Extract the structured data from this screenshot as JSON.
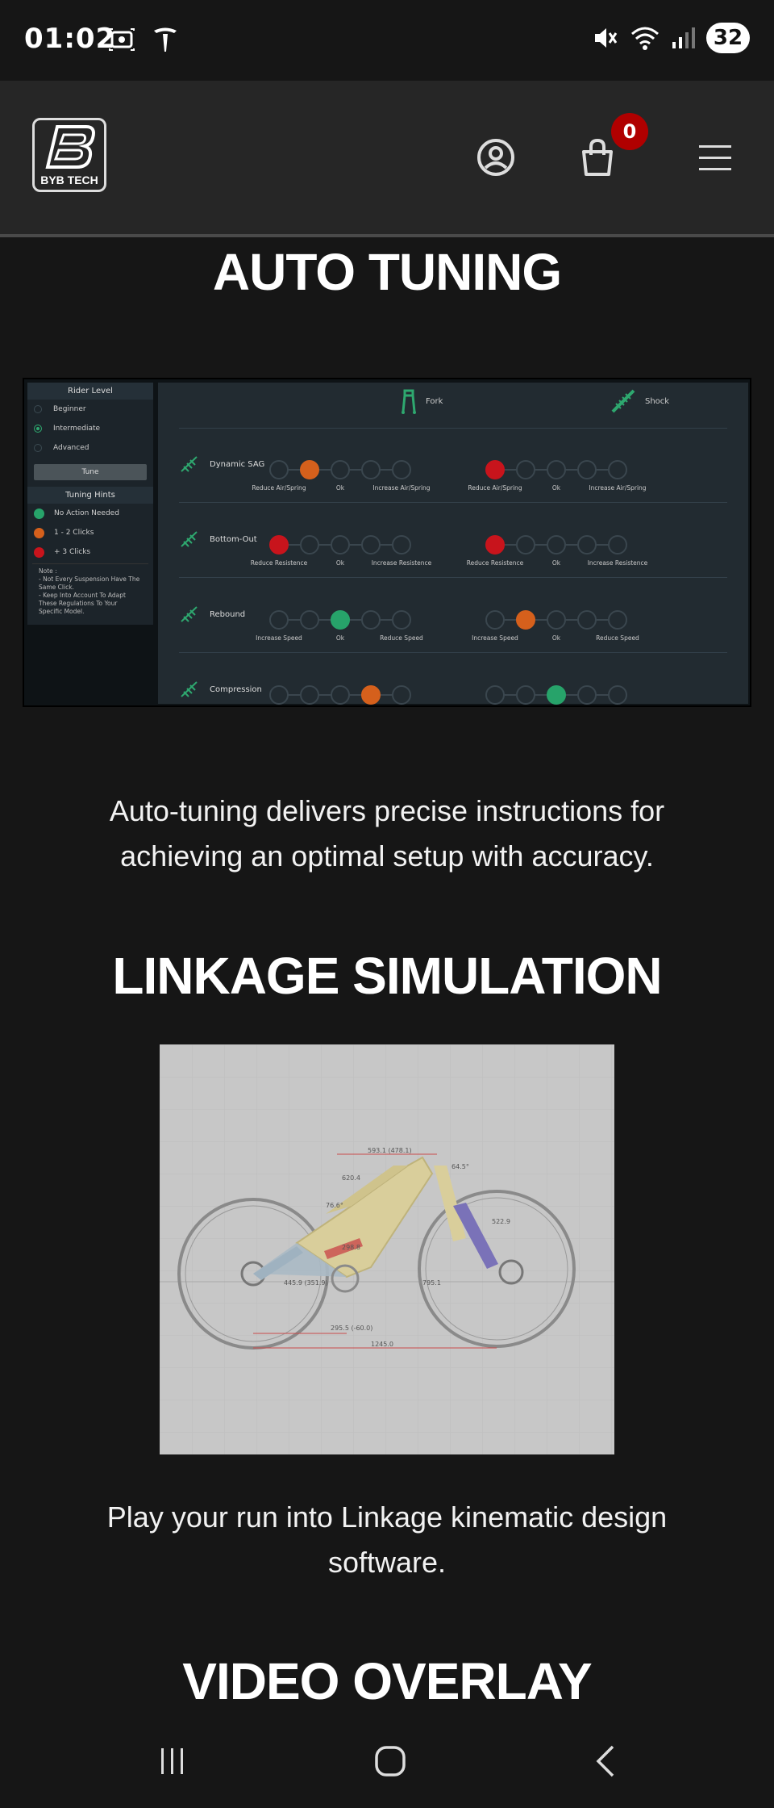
{
  "status_bar": {
    "time": "01:02",
    "battery": "32",
    "icons_left": [
      "screenshot-icon",
      "tesla-icon"
    ],
    "icons_right": [
      "mute-icon",
      "wifi-icon",
      "signal-icon"
    ]
  },
  "header": {
    "logo_text": "BYB TECH",
    "cart_count": "0",
    "icons": [
      "account-icon",
      "cart-icon",
      "menu-icon"
    ]
  },
  "auto_tuning": {
    "title": "AUTO TUNING",
    "description": "Auto-tuning delivers precise instructions for achieving an optimal setup with accuracy.",
    "panel": {
      "rider_level_title": "Rider Level",
      "levels": [
        "Beginner",
        "Intermediate",
        "Advanced"
      ],
      "selected_level": "Intermediate",
      "tune_label": "Tune",
      "hints_title": "Tuning Hints",
      "hints": [
        {
          "label": "No Action Needed",
          "color": "#27a36a"
        },
        {
          "label": "1 - 2 Clicks",
          "color": "#d5601c"
        },
        {
          "label": "+ 3 Clicks",
          "color": "#c8141c"
        }
      ],
      "note": "Note :\n- Not Every Suspension Have The Same Click.\n- Keep Into Account To Adapt These Regulations To Your Specific Model.",
      "columns": [
        "Fork",
        "Shock"
      ],
      "rows": [
        {
          "label": "Dynamic SAG",
          "labels": [
            "Reduce Air/Spring",
            "Ok",
            "Increase Air/Spring"
          ],
          "fork_dot": 1,
          "fork_color": "orange",
          "shock_dot": 0,
          "shock_color": "red"
        },
        {
          "label": "Bottom-Out",
          "labels": [
            "Reduce Resistence",
            "Ok",
            "Increase Resistence"
          ],
          "fork_dot": 0,
          "fork_color": "red",
          "shock_dot": 0,
          "shock_color": "red"
        },
        {
          "label": "Rebound",
          "labels": [
            "Increase Speed",
            "Ok",
            "Reduce Speed"
          ],
          "fork_dot": 2,
          "fork_color": "green",
          "shock_dot": 1,
          "shock_color": "orange"
        },
        {
          "label": "Compression",
          "labels": [
            "",
            "",
            ""
          ],
          "fork_dot": 3,
          "fork_color": "orange",
          "shock_dot": 2,
          "shock_color": "green"
        }
      ]
    }
  },
  "linkage": {
    "title": "LINKAGE SIMULATION",
    "description": "Play your run into Linkage kinematic design software.",
    "measurements": [
      "593.1 (478.1)",
      "64.5°",
      "620.4",
      "76.6°",
      "522.9",
      "298.8",
      "445.9 (351.9)",
      "795.1",
      "295.5 (-60.0)",
      "1245.0"
    ]
  },
  "video_overlay": {
    "title": "VIDEO OVERLAY"
  },
  "nav": [
    "recent-apps-icon",
    "home-icon",
    "back-icon"
  ]
}
